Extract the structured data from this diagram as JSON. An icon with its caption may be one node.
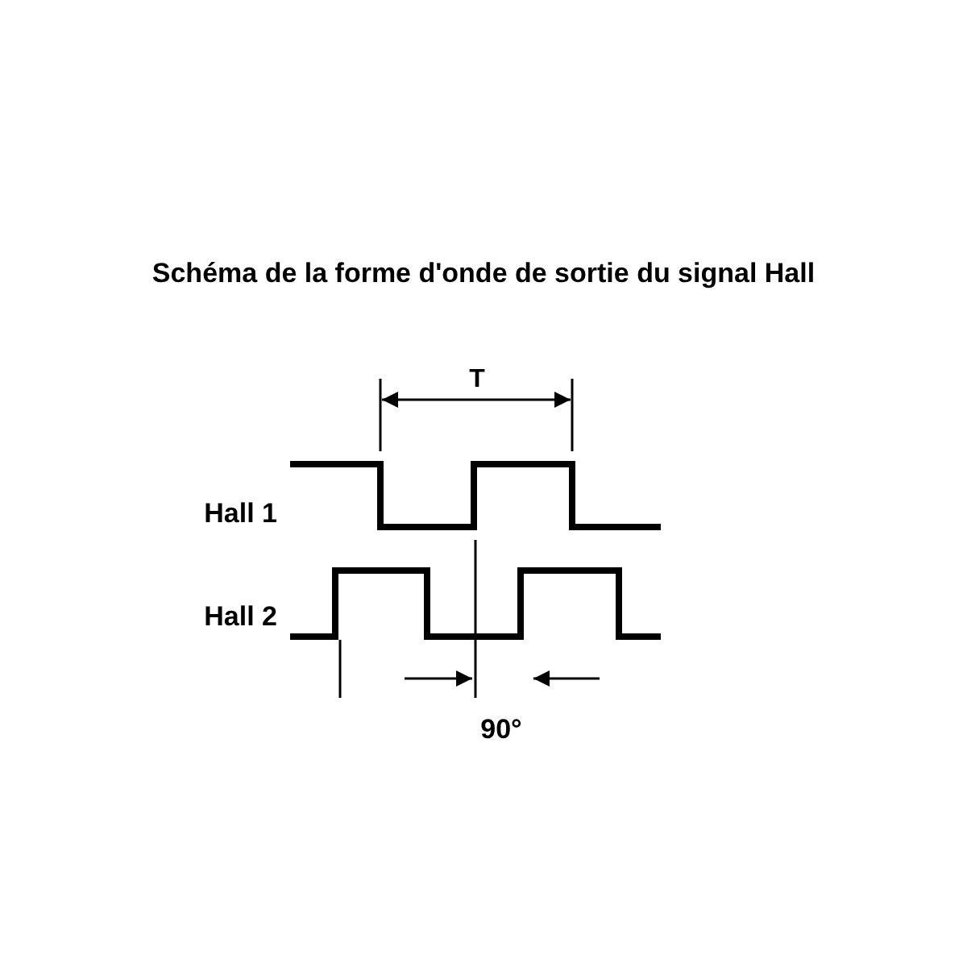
{
  "diagram": {
    "title": "Schéma de la forme d'onde de sortie du signal Hall",
    "labels": [
      "T",
      "Hall 1",
      "Hall 2",
      "90°"
    ]
  }
}
